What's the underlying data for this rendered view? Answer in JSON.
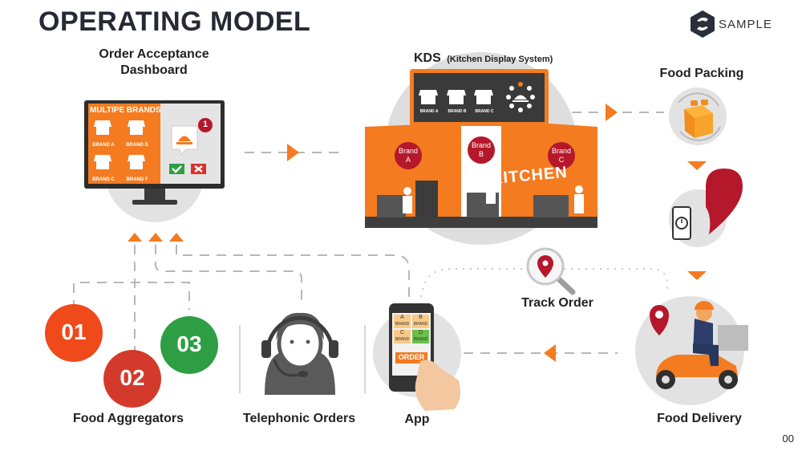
{
  "title": "OPERATING MODEL",
  "logo": {
    "text": "SAMPLE"
  },
  "page_number": "00",
  "nodes": {
    "dashboard": {
      "label_line1": "Order Acceptance",
      "label_line2": "Dashboard",
      "panel_title": "MULTIPE BRANDS",
      "brands": [
        "BRAND A",
        "BRAND B",
        "BRAND C",
        "BRAND F"
      ],
      "notification_count": "1"
    },
    "kds": {
      "label": "KDS",
      "sublabel": "(Kitchen Display System)",
      "brands": [
        "BRAND A",
        "BRAND B",
        "BRAND C"
      ],
      "kitchen_text": "KITCHEN",
      "stations": [
        {
          "line1": "Brand",
          "line2": "A"
        },
        {
          "line1": "Brand",
          "line2": "B"
        },
        {
          "line1": "Brand",
          "line2": "C"
        }
      ]
    },
    "food_packing": {
      "label": "Food Packing"
    },
    "food_delivery": {
      "label": "Food Delivery"
    },
    "track_order": {
      "label": "Track Order"
    },
    "app": {
      "label": "App",
      "tiles": [
        {
          "letter": "A",
          "text": "BRAND"
        },
        {
          "letter": "B",
          "text": "BRAND"
        },
        {
          "letter": "C",
          "text": "BRAND"
        },
        {
          "letter": "D",
          "text": "BRAND"
        }
      ],
      "order_button": "ORDER"
    },
    "telephonic": {
      "label": "Telephonic Orders"
    },
    "aggregators": {
      "label": "Food Aggregators",
      "circles": [
        "01",
        "02",
        "03"
      ]
    }
  },
  "colors": {
    "orange": "#f47b20",
    "red": "#b5182b",
    "aggregator_01": "#f04a1a",
    "aggregator_02": "#d33a2c",
    "aggregator_03": "#2e9e44",
    "dark": "#262a33",
    "grey": "#e0e0e0"
  }
}
